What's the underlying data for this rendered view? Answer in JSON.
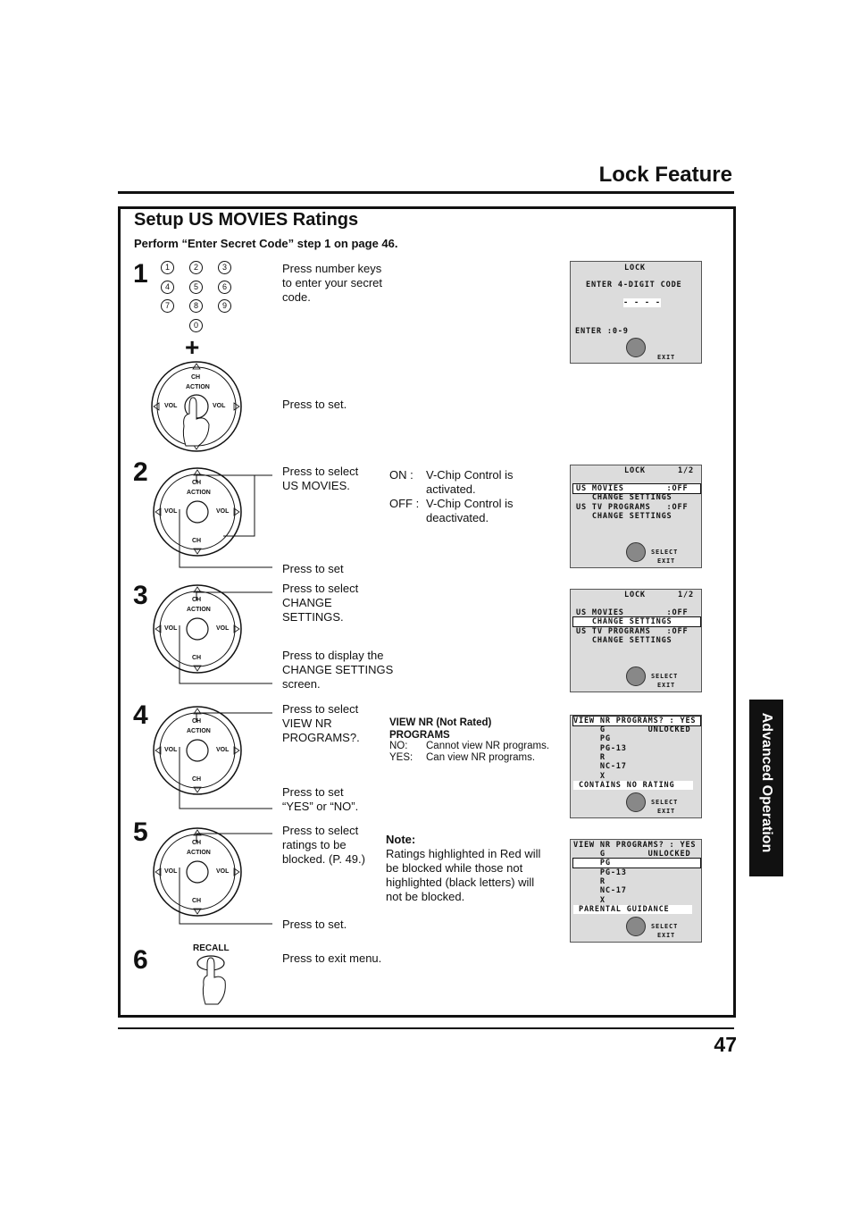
{
  "header": {
    "title": "Lock Feature"
  },
  "section": {
    "title": "Setup US MOVIES Ratings",
    "subtitle": "Perform “Enter Secret Code” step 1 on page 46."
  },
  "side_tab": "Advanced Operation",
  "page_number": "47",
  "keypad": {
    "keys": [
      "1",
      "2",
      "3",
      "4",
      "5",
      "6",
      "7",
      "8",
      "9",
      "0"
    ],
    "plus": "+"
  },
  "remote_labels": {
    "ch": "CH",
    "action": "ACTION",
    "vol": "VOL",
    "recall": "RECALL"
  },
  "steps": [
    {
      "num": "1",
      "text_a": "Press number keys to enter your secret code.",
      "text_b": "Press to set."
    },
    {
      "num": "2",
      "text_a": "Press to select US MOVIES.",
      "text_b": "Press to set"
    },
    {
      "num": "3",
      "text_a": "Press to select CHANGE SETTINGS.",
      "text_b": "Press to display the CHANGE SETTINGS screen."
    },
    {
      "num": "4",
      "text_a": "Press to select VIEW NR PROGRAMS?.",
      "text_b": "Press to set “YES” or “NO”."
    },
    {
      "num": "5",
      "text_a": "Press to select ratings to be blocked. (P. 49.)",
      "text_b": "Press to set."
    },
    {
      "num": "6",
      "text_a": "Press to exit menu."
    }
  ],
  "onoff": {
    "on_label": "ON :",
    "on_text": "V-Chip Control is activated.",
    "off_label": "OFF :",
    "off_text": "V-Chip Control is deactivated."
  },
  "view_nr": {
    "title": "VIEW NR (Not Rated) PROGRAMS",
    "no_label": "NO:",
    "no_text": "Cannot view NR programs.",
    "yes_label": "YES:",
    "yes_text": "Can view NR programs."
  },
  "note": {
    "title": "Note:",
    "text": "Ratings highlighted in Red will be blocked while those not highlighted (black letters) will not be blocked."
  },
  "screens": {
    "s1": {
      "title": "LOCK",
      "line1": "ENTER 4-DIGIT CODE",
      "code": "- - - -",
      "enter": "ENTER :0-9",
      "exit": "EXIT"
    },
    "s2": {
      "title": "LOCK",
      "page": "1/2",
      "r1": "US MOVIES        :OFF",
      "r2": "   CHANGE SETTINGS",
      "r3": "US TV PROGRAMS   :OFF",
      "r4": "   CHANGE SETTINGS",
      "select": "SELECT",
      "exit": "EXIT"
    },
    "s3": {
      "title": "LOCK",
      "page": "1/2",
      "r1": "US MOVIES        :OFF",
      "r2": "   CHANGE SETTINGS",
      "r3": "US TV PROGRAMS   :OFF",
      "r4": "   CHANGE SETTINGS",
      "select": "SELECT",
      "exit": "EXIT"
    },
    "s4": {
      "r1": "VIEW NR PROGRAMS? : YES",
      "r2": "     G        UNLOCKED",
      "r3": "     PG",
      "r4": "     PG-13",
      "r5": "     R",
      "r6": "     NC-17",
      "r7": "     X",
      "r8": " CONTAINS NO RATING",
      "select": "SELECT",
      "exit": "EXIT"
    },
    "s5": {
      "r1": "VIEW NR PROGRAMS? : YES",
      "r2": "     G        UNLOCKED",
      "r3": "     PG",
      "r4": "     PG-13",
      "r5": "     R",
      "r6": "     NC-17",
      "r7": "     X",
      "r8": " PARENTAL GUIDANCE",
      "select": "SELECT",
      "exit": "EXIT"
    }
  }
}
